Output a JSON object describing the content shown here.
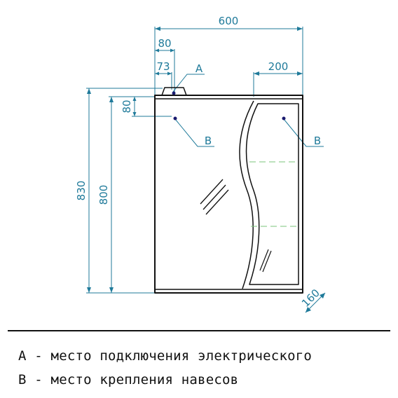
{
  "dimensions": {
    "total_width": "600",
    "outlet_offset_outer": "80",
    "outlet_offset_inner": "73",
    "shelf_width": "200",
    "socket_drop": "80",
    "total_height": "830",
    "body_height": "800",
    "depth": "160"
  },
  "callouts": {
    "a": "A",
    "b_left": "B",
    "b_right": "B"
  },
  "legend": {
    "a": "A - место подключения электрического",
    "b": "B - место крепления навесов"
  },
  "colors": {
    "dimension": "#1f7a9a",
    "outline": "#111111",
    "shelf_dash": "#7bc67b"
  }
}
